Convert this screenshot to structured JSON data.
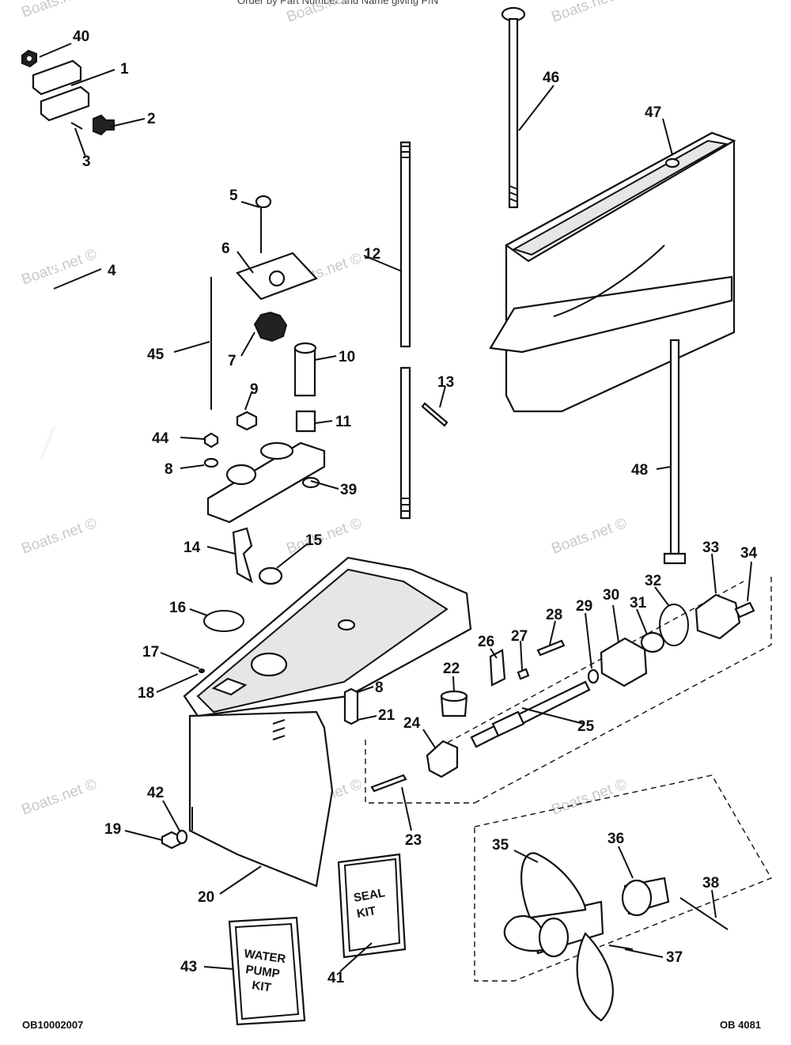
{
  "header_text": "Order by Part Number and Name giving P/N",
  "watermark": "Boats.net ©",
  "footer_left": "OB10002007",
  "footer_right": "OB 4081",
  "callouts": [
    "1",
    "2",
    "3",
    "4",
    "5",
    "6",
    "7",
    "8",
    "9",
    "10",
    "11",
    "12",
    "13",
    "14",
    "15",
    "16",
    "17",
    "18",
    "19",
    "20",
    "21",
    "22",
    "23",
    "24",
    "25",
    "26",
    "27",
    "28",
    "29",
    "30",
    "31",
    "32",
    "33",
    "34",
    "35",
    "36",
    "37",
    "38",
    "39",
    "40",
    "41",
    "42",
    "43",
    "44",
    "45",
    "46",
    "47",
    "48"
  ],
  "callout_8_second": "8",
  "seal_kit_lines": [
    "SEAL",
    "KIT"
  ],
  "water_pump_kit_lines": [
    "WATER",
    "PUMP",
    "KIT"
  ]
}
